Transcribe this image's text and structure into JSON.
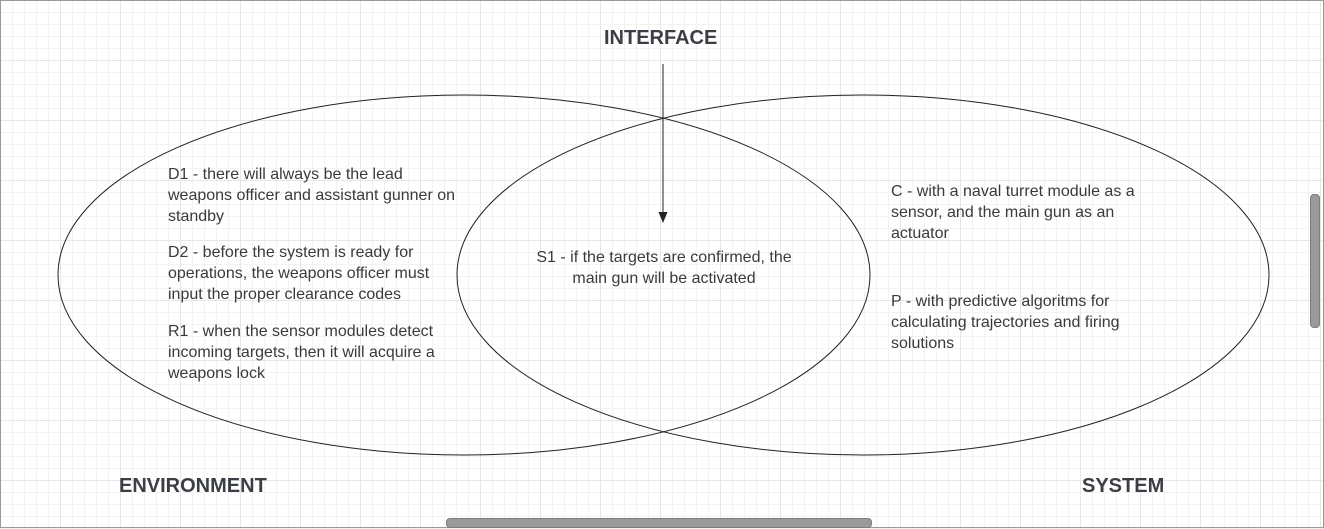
{
  "labels": {
    "interface": "INTERFACE",
    "environment": "ENVIRONMENT",
    "system": "SYSTEM"
  },
  "environment_notes": {
    "d1": "D1 - there will always be the lead weapons officer and assistant gunner on standby",
    "d2": "D2 - before the system is ready for operations, the weapons officer must input the proper clearance codes",
    "r1": "R1 - when the sensor modules detect incoming targets, then it will acquire a weapons lock"
  },
  "interface_note": {
    "s1": "S1 - if the targets are confirmed, the main gun will be activated"
  },
  "system_notes": {
    "c": "C - with a naval turret module as a sensor, and the main gun as an actuator",
    "p": "P - with predictive algoritms for calculating trajectories and firing solutions"
  },
  "colors": {
    "stroke": "#222222",
    "text": "#3a3a3a",
    "heading": "#3b3e45"
  }
}
